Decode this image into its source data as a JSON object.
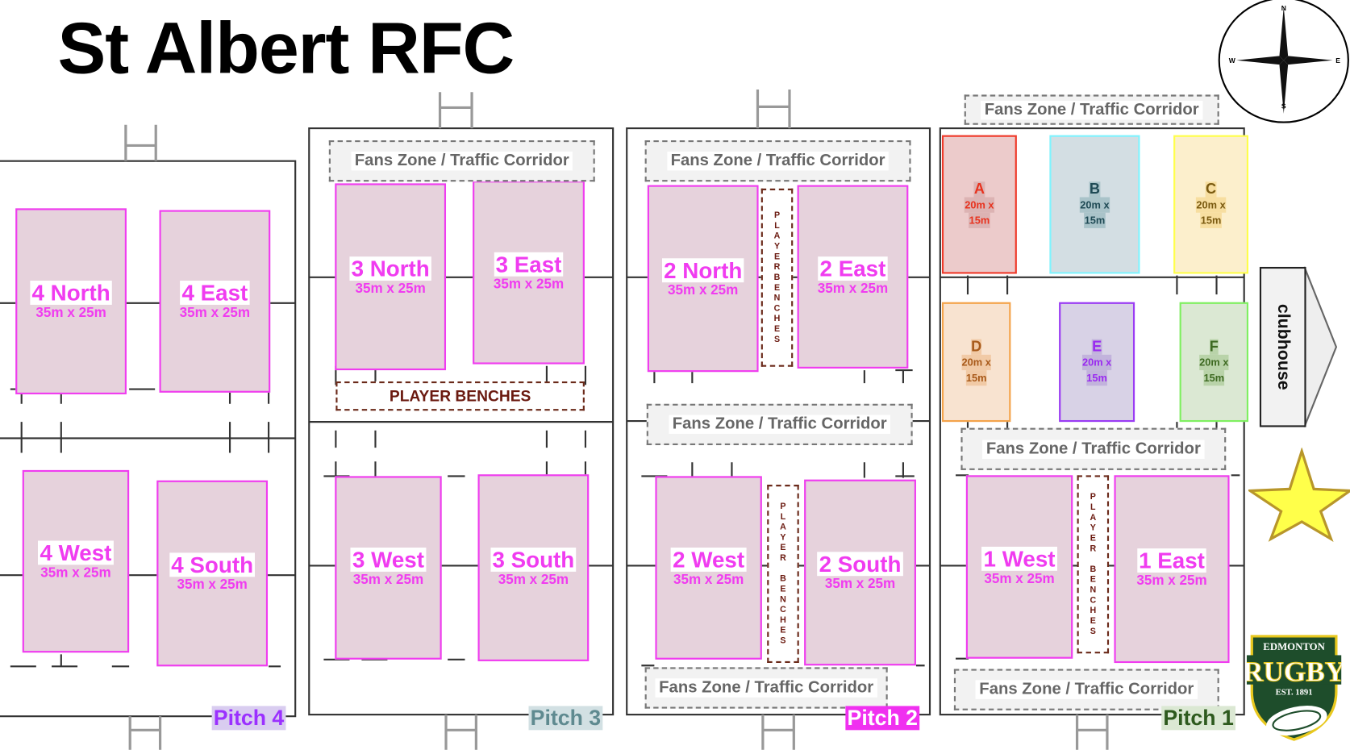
{
  "title": "St Albert RFC",
  "fans_label": "Fans Zone / Traffic Corridor",
  "bench_label": "PLAYER BENCHES",
  "bench_label_vertical_compact": "PLAYERBENCHES",
  "bench_label_vertical_spaced": "PLAYER BENCHES",
  "clubhouse": "clubhouse",
  "compass": {
    "n": "N",
    "s": "S",
    "e": "E",
    "w": "W"
  },
  "logo": {
    "top": "EDMONTON",
    "main": "RUGBY",
    "est": "EST. 1891"
  },
  "pitches": [
    {
      "id": "p4",
      "label": "Pitch 4",
      "color": "#9b30ff",
      "bg": "#d9cdf0"
    },
    {
      "id": "p3",
      "label": "Pitch 3",
      "color": "#5f8a90",
      "bg": "#d2e0e3"
    },
    {
      "id": "p2",
      "label": "Pitch 2",
      "color": "#ffffff",
      "bg": "#f030f0"
    },
    {
      "id": "p1",
      "label": "Pitch 1",
      "color": "#2e5a1e",
      "bg": "#dbe8d3"
    }
  ],
  "fields": [
    {
      "id": "4n",
      "name": "4 North",
      "size": "35m x 25m"
    },
    {
      "id": "4e",
      "name": "4 East",
      "size": "35m x 25m"
    },
    {
      "id": "4w",
      "name": "4 West",
      "size": "35m x 25m"
    },
    {
      "id": "4s",
      "name": "4 South",
      "size": "35m x 25m"
    },
    {
      "id": "3n",
      "name": "3 North",
      "size": "35m x 25m"
    },
    {
      "id": "3e",
      "name": "3 East",
      "size": "35m x 25m"
    },
    {
      "id": "3w",
      "name": "3 West",
      "size": "35m x 25m"
    },
    {
      "id": "3s",
      "name": "3 South",
      "size": "35m x 25m"
    },
    {
      "id": "2n",
      "name": "2 North",
      "size": "35m x 25m"
    },
    {
      "id": "2e",
      "name": "2 East",
      "size": "35m x 25m"
    },
    {
      "id": "2w",
      "name": "2 West",
      "size": "35m x 25m"
    },
    {
      "id": "2s",
      "name": "2 South",
      "size": "35m x 25m"
    },
    {
      "id": "1w",
      "name": "1 West",
      "size": "35m x 25m"
    },
    {
      "id": "1e",
      "name": "1 East",
      "size": "35m x 25m"
    }
  ],
  "mini_fields": [
    {
      "id": "A",
      "label": "A",
      "size1": "20m x",
      "size2": "15m",
      "border": "#f03a2a",
      "bg": "#eccbcb",
      "text": "#e8321e",
      "hl": "#dcb3b3"
    },
    {
      "id": "B",
      "label": "B",
      "size1": "20m x",
      "size2": "15m",
      "border": "#7ff4ff",
      "bg": "#d3dee3",
      "text": "#1f4a55",
      "hl": "#a9c3c9"
    },
    {
      "id": "C",
      "label": "C",
      "size1": "20m x",
      "size2": "15m",
      "border": "#ffff4a",
      "bg": "#fcefcc",
      "text": "#7a5a10",
      "hl": "#f7dea0"
    },
    {
      "id": "D",
      "label": "D",
      "size1": "20m x",
      "size2": "15m",
      "border": "#f4a34a",
      "bg": "#f8e3d0",
      "text": "#a85a1a",
      "hl": "#f1caa6"
    },
    {
      "id": "E",
      "label": "E",
      "size1": "20m x",
      "size2": "15m",
      "border": "#9a3af4",
      "bg": "#d8d2e6",
      "text": "#9a2af0",
      "hl": "#c2b3dc"
    },
    {
      "id": "F",
      "label": "F",
      "size1": "20m x",
      "size2": "15m",
      "border": "#7ff060",
      "bg": "#dbe8d3",
      "text": "#3e6a22",
      "hl": "#b9d3a9"
    }
  ]
}
